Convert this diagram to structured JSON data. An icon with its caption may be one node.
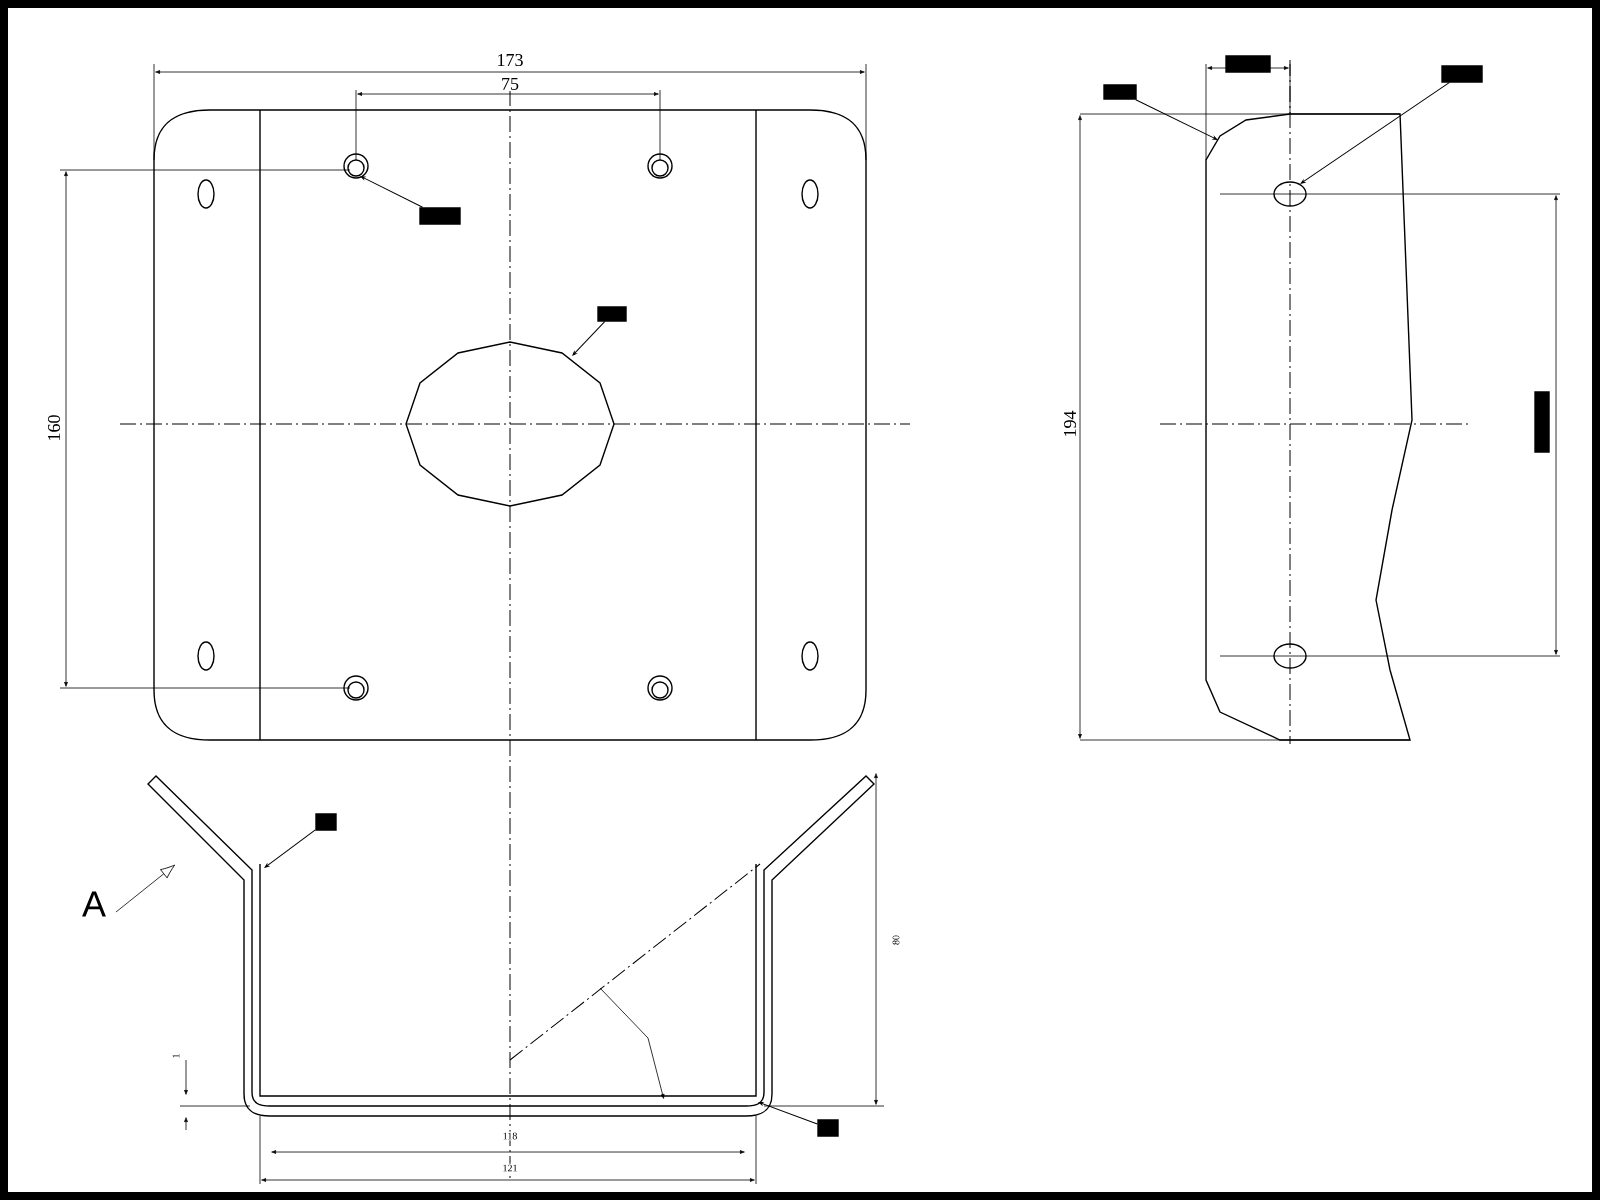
{
  "diagram": {
    "nodes": [
      {
        "text": [],
        "shape": "box"
      },
      {
        "text": [],
        "shape": "box"
      },
      {
        "text": [],
        "shape": "box"
      },
      {
        "text": [],
        "shape": "box"
      },
      {
        "text": [],
        "shape": "box"
      },
      {
        "text": [],
        "shape": "box"
      },
      {
        "text": [],
        "shape": "box"
      },
      {
        "text": [],
        "shape": "box"
      }
    ],
    "edges": [
      {
        "from": 0,
        "to": null,
        "arrow": "to"
      },
      {
        "from": 1,
        "to": null,
        "arrow": "to"
      },
      {
        "from": 2,
        "to": null,
        "arrow": "to"
      },
      {
        "from": 4,
        "to": null,
        "arrow": "to"
      },
      {
        "from": 6,
        "to": null,
        "arrow": "to"
      },
      {
        "from": 7,
        "to": null,
        "arrow": "to"
      }
    ],
    "labels": [
      "173",
      "75",
      "160",
      "194",
      "A",
      "80",
      "1",
      "118",
      "121"
    ]
  }
}
